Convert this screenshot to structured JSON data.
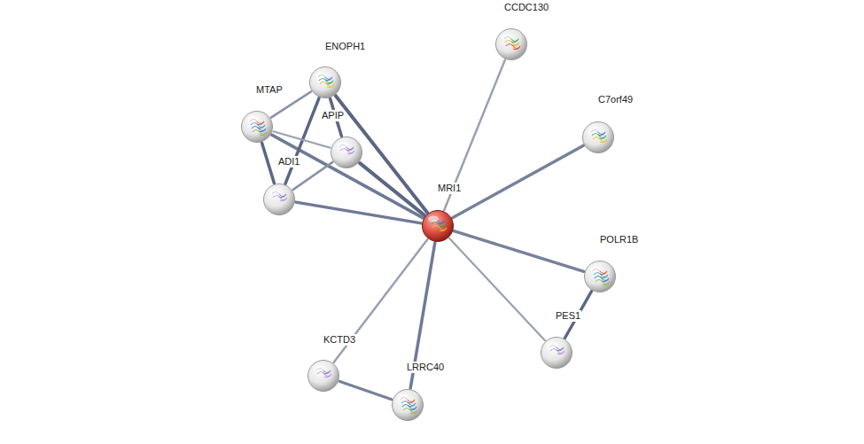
{
  "diagram": {
    "nodes": [
      {
        "text": [
          "CCDC130"
        ]
      },
      {
        "text": [
          "ENOPH1"
        ]
      },
      {
        "text": [
          "MTAP"
        ]
      },
      {
        "text": [
          "APIP"
        ]
      },
      {
        "text": [
          "C7orf49"
        ]
      },
      {
        "text": [
          "ADI1"
        ]
      },
      {
        "text": [
          "MRI1"
        ]
      },
      {
        "text": [
          "POLR1B"
        ]
      },
      {
        "text": [
          "PES1"
        ]
      },
      {
        "text": [
          "KCTD3"
        ]
      },
      {
        "text": [
          "LRRC40"
        ]
      }
    ],
    "edges": [
      {
        "from": 6,
        "to": 0,
        "arrow": "none"
      },
      {
        "from": 6,
        "to": 4,
        "arrow": "none"
      },
      {
        "from": 6,
        "to": 7,
        "arrow": "none"
      },
      {
        "from": 6,
        "to": 8,
        "arrow": "none"
      },
      {
        "from": 6,
        "to": 10,
        "arrow": "none"
      },
      {
        "from": 6,
        "to": 9,
        "arrow": "none"
      },
      {
        "from": 6,
        "to": 5,
        "arrow": "none"
      },
      {
        "from": 6,
        "to": 3,
        "arrow": "none"
      },
      {
        "from": 6,
        "to": 1,
        "arrow": "none"
      },
      {
        "from": 6,
        "to": 2,
        "arrow": "none"
      },
      {
        "from": 1,
        "to": 2,
        "arrow": "none"
      },
      {
        "from": 1,
        "to": 3,
        "arrow": "none"
      },
      {
        "from": 1,
        "to": 5,
        "arrow": "none"
      },
      {
        "from": 2,
        "to": 3,
        "arrow": "none"
      },
      {
        "from": 2,
        "to": 5,
        "arrow": "none"
      },
      {
        "from": 3,
        "to": 5,
        "arrow": "none"
      },
      {
        "from": 7,
        "to": 8,
        "arrow": "none"
      },
      {
        "from": 9,
        "to": 10,
        "arrow": "none"
      }
    ]
  }
}
